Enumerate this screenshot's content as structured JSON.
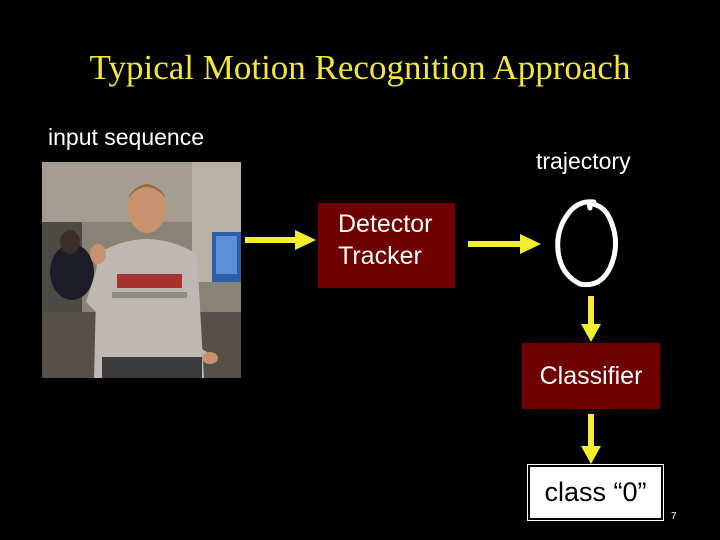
{
  "title": "Typical Motion Recognition Approach",
  "labels": {
    "input": "input sequence",
    "trajectory": "trajectory"
  },
  "boxes": {
    "detector_line1": "Detector",
    "detector_line2": "Tracker",
    "classifier": "Classifier",
    "output": "class “0”"
  },
  "page_number": "7",
  "colors": {
    "background": "#000000",
    "title": "#f5e63a",
    "arrow": "#f2ee2f",
    "box_fill": "#6e0000"
  }
}
